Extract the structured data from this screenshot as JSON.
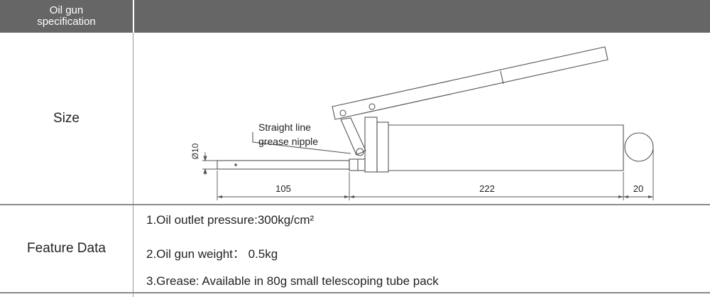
{
  "header": {
    "title": "Oil gun\nspecification"
  },
  "rows": {
    "size": {
      "label": "Size"
    },
    "feature": {
      "label": "Feature Data",
      "items": [
        "1.Oil outlet pressure:300kg/cm²",
        "2.Oil gun weight： 0.5kg",
        "3.Grease: Available in 80g small telescoping tube pack"
      ]
    }
  },
  "diagram": {
    "nipple_label_line1": "Straight line",
    "nipple_label_line2": "grease nipple",
    "diameter_label": "Ø10",
    "dim_nozzle": "105",
    "dim_barrel": "222",
    "dim_cap": "20"
  }
}
